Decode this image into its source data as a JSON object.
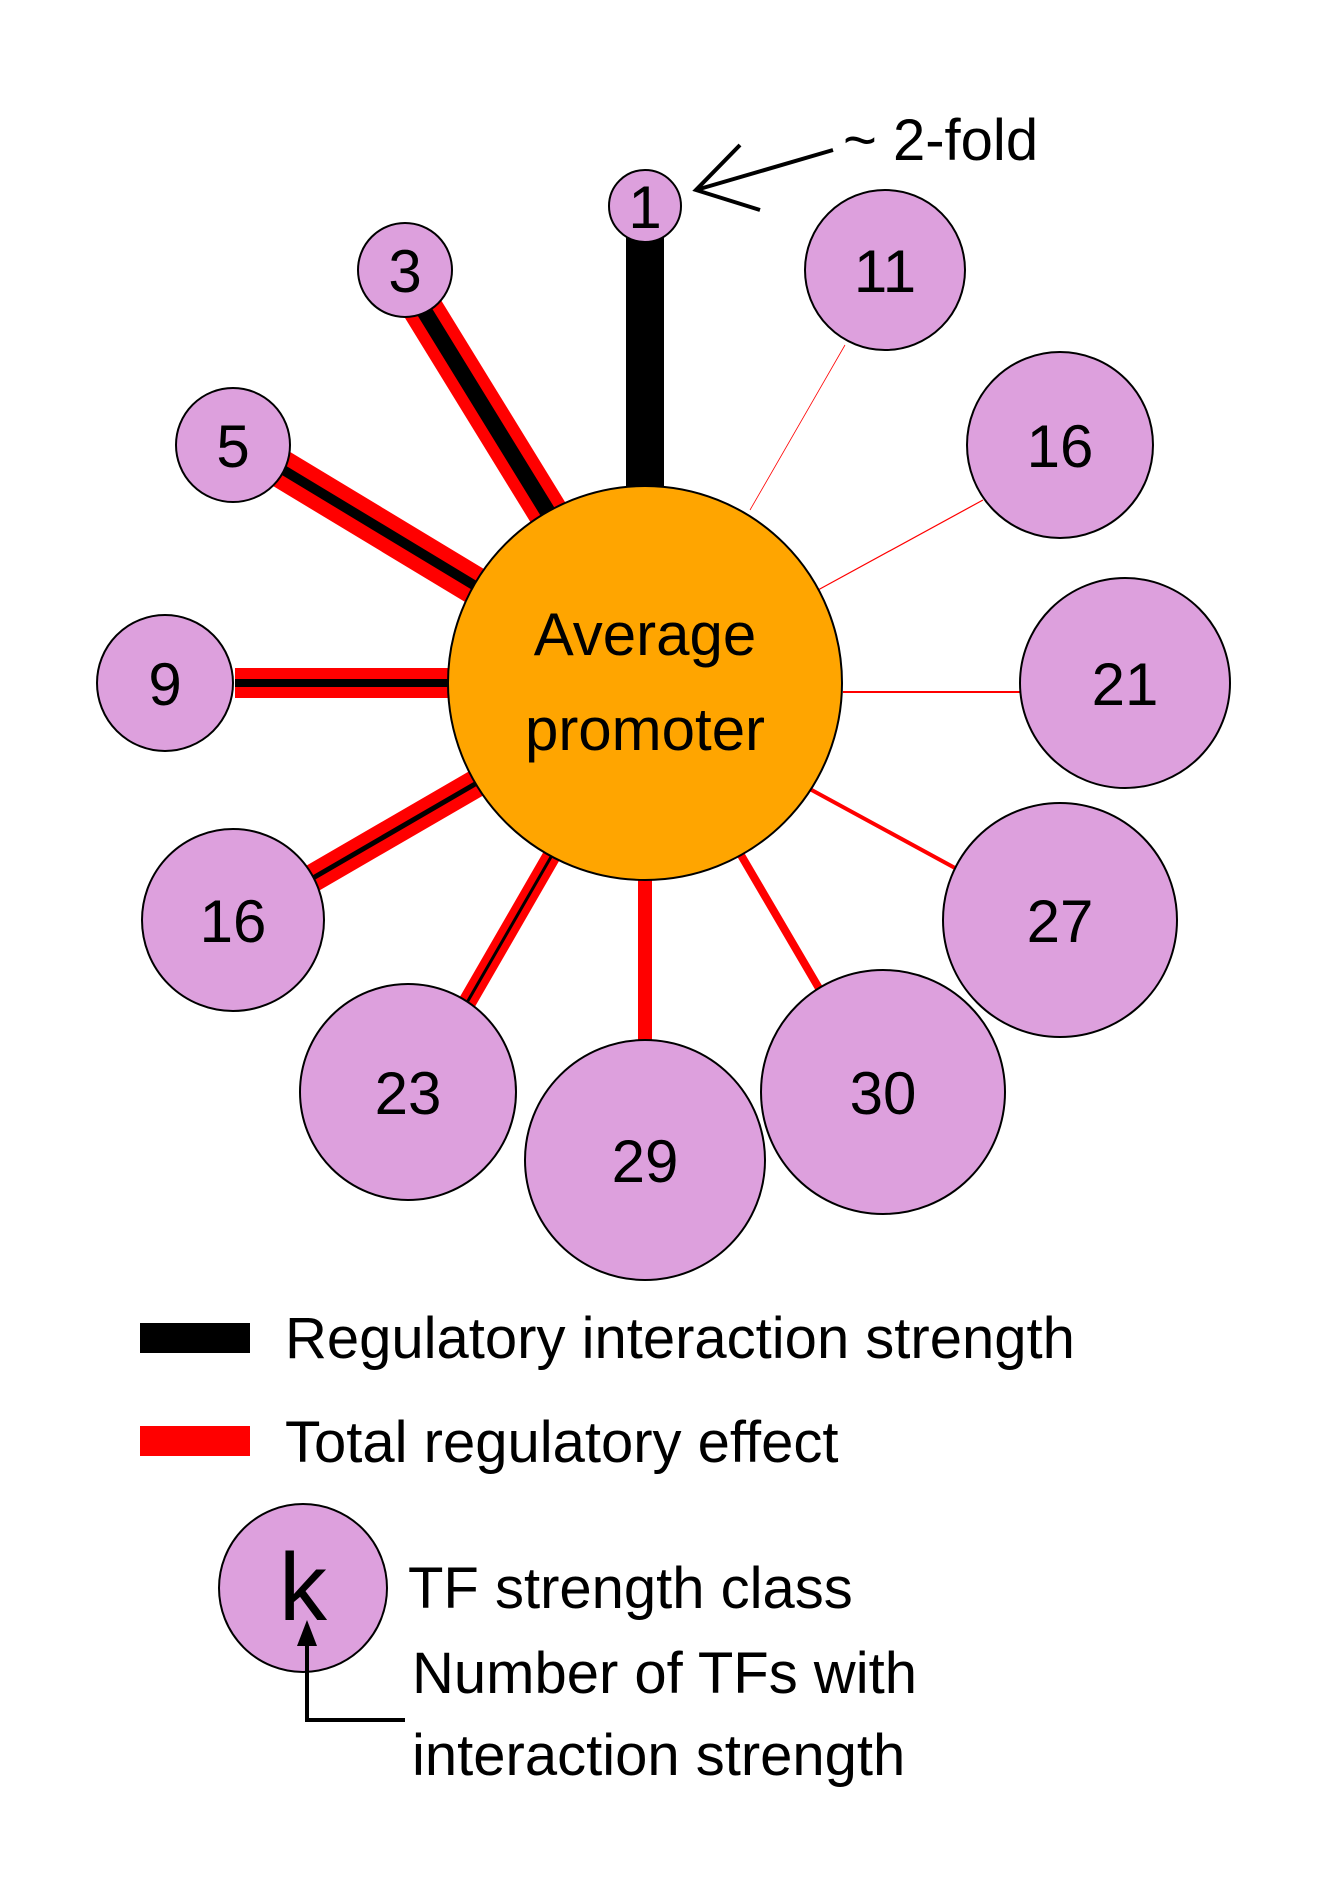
{
  "center": {
    "label_line1": "Average",
    "label_line2": "promoter",
    "color": "#ffa500"
  },
  "nodes": [
    {
      "id": "node-1",
      "label": "1"
    },
    {
      "id": "node-3",
      "label": "3"
    },
    {
      "id": "node-5",
      "label": "5"
    },
    {
      "id": "node-9",
      "label": "9"
    },
    {
      "id": "node-16a",
      "label": "16"
    },
    {
      "id": "node-23",
      "label": "23"
    },
    {
      "id": "node-29",
      "label": "29"
    },
    {
      "id": "node-30",
      "label": "30"
    },
    {
      "id": "node-27",
      "label": "27"
    },
    {
      "id": "node-21",
      "label": "21"
    },
    {
      "id": "node-16b",
      "label": "16"
    },
    {
      "id": "node-11",
      "label": "11"
    }
  ],
  "annotation": {
    "fold_label": "~ 2-fold"
  },
  "legend": {
    "interaction_label": "Regulatory interaction strength",
    "effect_label": "Total regulatory effect",
    "class_symbol": "k",
    "class_label": "TF strength class",
    "count_label_line1": "Number of TFs with",
    "count_label_line2": "interaction strength"
  },
  "colors": {
    "node_fill": "#dda0dd",
    "interaction": "#000000",
    "effect": "#ff0000"
  }
}
